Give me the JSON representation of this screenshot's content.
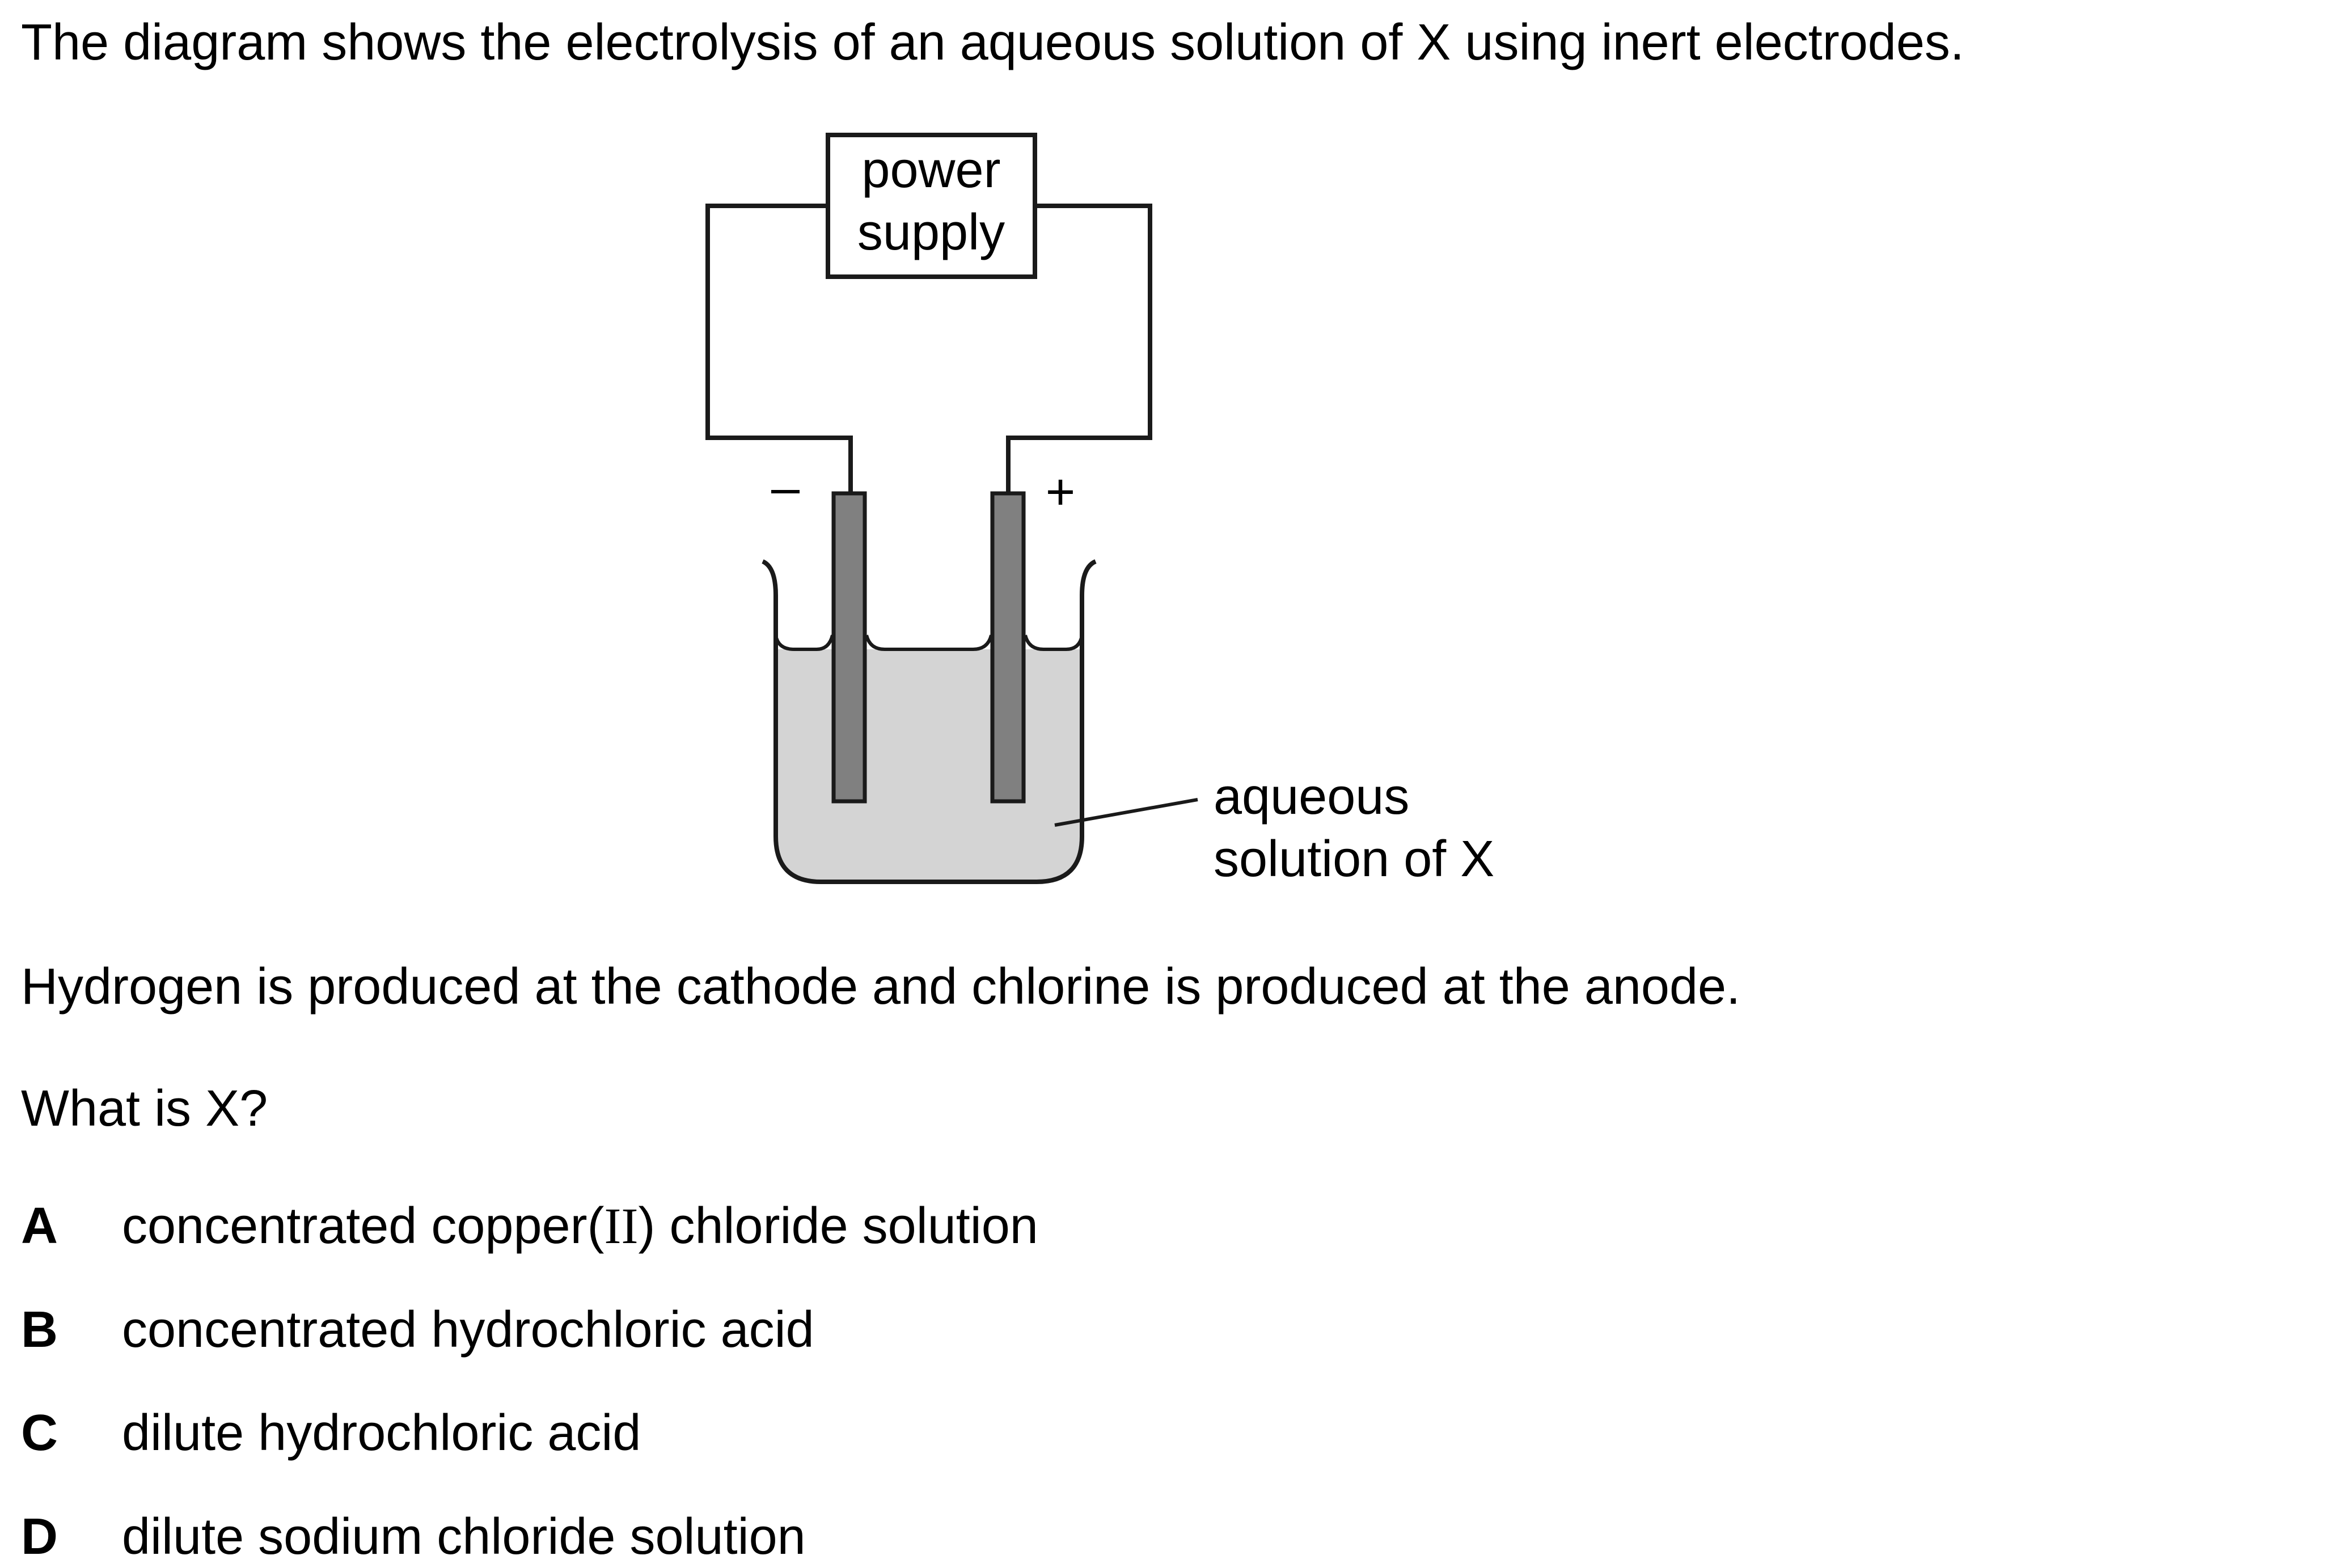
{
  "question": {
    "intro": "The diagram shows the electrolysis of an aqueous solution of X using inert electrodes.",
    "statement": "Hydrogen is produced at the cathode and chlorine is produced at the anode.",
    "prompt": "What is X?"
  },
  "diagram": {
    "power_supply_line1": "power",
    "power_supply_line2": "supply",
    "negative_sign": "–",
    "positive_sign": "+",
    "solution_label_line1": "aqueous",
    "solution_label_line2": "solution of X",
    "colors": {
      "solution_fill": "#d4d4d4",
      "electrode_fill": "#808080",
      "stroke": "#1a1a1a"
    }
  },
  "options": [
    {
      "letter": "A",
      "text_before": "concentrated copper(",
      "roman": "II",
      "text_after": ") chloride solution"
    },
    {
      "letter": "B",
      "text": "concentrated hydrochloric acid"
    },
    {
      "letter": "C",
      "text": "dilute hydrochloric acid"
    },
    {
      "letter": "D",
      "text": "dilute sodium chloride solution"
    }
  ]
}
